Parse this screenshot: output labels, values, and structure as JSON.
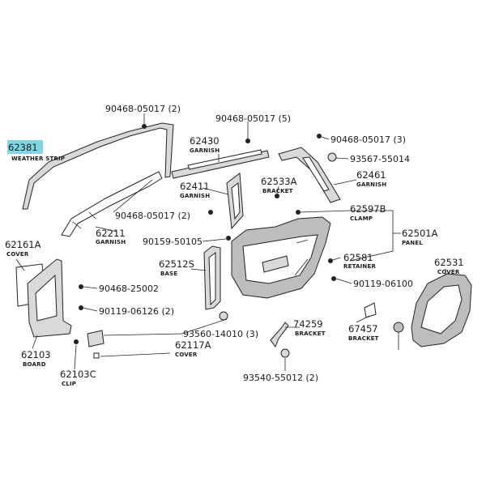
{
  "diagram": {
    "highlight_color": "#7fd6e6",
    "labels": {
      "p62381": "62381",
      "p62381_name": "WEATHER STRIP",
      "p90468_05017_2_top": "90468-05017 (2)",
      "p90468_05017_5": "90468-05017 (5)",
      "p90468_05017_3": "90468-05017 (3)",
      "p62430": "62430",
      "p62430_name": "GARNISH",
      "p93567_55014": "93567-55014",
      "p62461": "62461",
      "p62461_name": "GARNISH",
      "p62533A": "62533A",
      "p62533A_name": "BRACKET",
      "p62411": "62411",
      "p62411_name": "GARNISH",
      "p90468_05017_2_mid": "90468-05017 (2)",
      "p62211": "62211",
      "p62211_name": "GARNISH",
      "p62597B": "62597B",
      "p62597B_name": "CLAMP",
      "p90159_50105": "90159-50105",
      "p62501A": "62501A",
      "p62501A_name": "PANEL",
      "p62161A": "62161A",
      "p62161A_name": "COVER",
      "p62512S": "62512S",
      "p62512S_name": "BASE",
      "p62581": "62581",
      "p62581_name": "RETAINER",
      "p62531": "62531",
      "p62531_name": "COVER",
      "p90468_25002": "90468-25002",
      "p90119_06100": "90119-06100",
      "p90119_06126_2": "90119-06126 (2)",
      "p74259": "74259",
      "p74259_name": "BRACKET",
      "p67457": "67457",
      "p67457_name": "BRACKET",
      "p93560_14010_3": "93560-14010 (3)",
      "p62103": "62103",
      "p62103_name": "BOARD",
      "p62117A": "62117A",
      "p62117A_name": "COVER",
      "p62103C": "62103C",
      "p62103C_name": "CLIP",
      "p93540_55012_2": "93540-55012 (2)"
    }
  }
}
